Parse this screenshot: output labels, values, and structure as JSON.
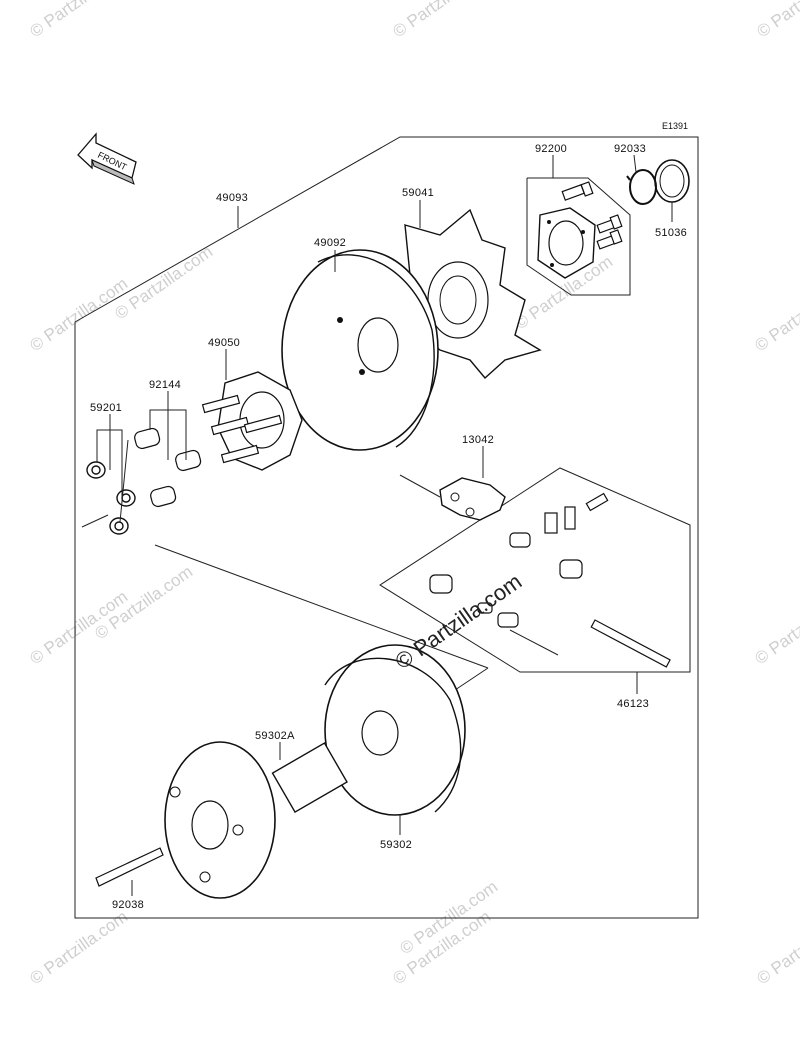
{
  "diagram": {
    "code": "E1391",
    "front_label": "FRONT",
    "watermark": "© Partzilla.com",
    "center_watermark": "© Partzilla.com",
    "parts": {
      "p49093": "49093",
      "p49092": "49092",
      "p59041": "59041",
      "p92200": "92200",
      "p92033": "92033",
      "p51036": "51036",
      "p49050": "49050",
      "p92144": "92144",
      "p59201": "59201",
      "p13042": "13042",
      "p46123": "46123",
      "p59302A": "59302A",
      "p59302": "59302",
      "p92038": "92038"
    }
  }
}
